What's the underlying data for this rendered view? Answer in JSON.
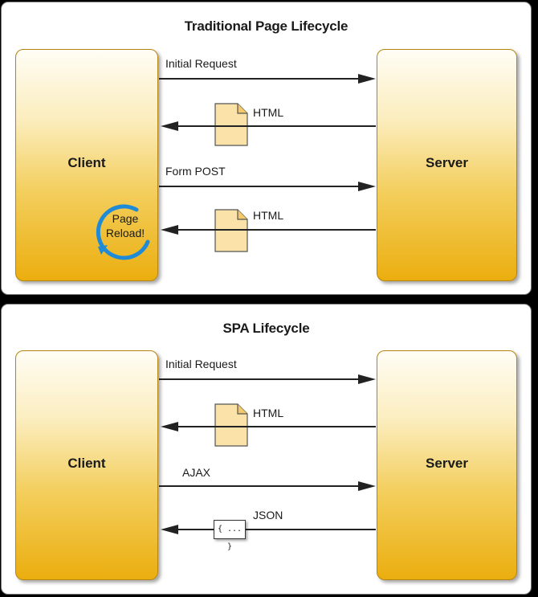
{
  "colors": {
    "box_gradient_top": "#fffdf5",
    "box_gradient_bottom": "#ebae0f",
    "box_border": "#b58412",
    "arrow": "#222222",
    "document_fill": "#fbe2a8",
    "reload_arrow": "#1f8ad6"
  },
  "traditional": {
    "title": "Traditional Page Lifecycle",
    "client_label": "Client",
    "server_label": "Server",
    "reload_label_line1": "Page",
    "reload_label_line2": "Reload!",
    "messages": [
      {
        "label": "Initial Request",
        "direction": "client-to-server",
        "icon": "none"
      },
      {
        "label": "HTML",
        "direction": "server-to-client",
        "icon": "document-icon"
      },
      {
        "label": "Form POST",
        "direction": "client-to-server",
        "icon": "none"
      },
      {
        "label": "HTML",
        "direction": "server-to-client",
        "icon": "document-icon"
      }
    ]
  },
  "spa": {
    "title": "SPA Lifecycle",
    "client_label": "Client",
    "server_label": "Server",
    "json_badge": "{ ... }",
    "messages": [
      {
        "label": "Initial Request",
        "direction": "client-to-server",
        "icon": "none"
      },
      {
        "label": "HTML",
        "direction": "server-to-client",
        "icon": "document-icon"
      },
      {
        "label": "AJAX",
        "direction": "client-to-server",
        "icon": "none"
      },
      {
        "label": "JSON",
        "direction": "server-to-client",
        "icon": "json-icon"
      }
    ]
  }
}
